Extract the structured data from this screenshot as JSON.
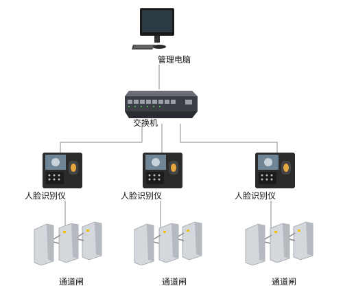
{
  "nodes": {
    "computer": {
      "label": "管理电脑",
      "icon": "computer-icon"
    },
    "switch": {
      "label": "交换机",
      "icon": "switch-icon"
    },
    "readers": [
      {
        "label": "人脸识别仪",
        "icon": "face-reader-icon"
      },
      {
        "label": "人脸识别仪",
        "icon": "face-reader-icon"
      },
      {
        "label": "人脸识别仪",
        "icon": "face-reader-icon"
      }
    ],
    "gates": [
      {
        "label": "通道闸",
        "icon": "turnstile-gate-icon"
      },
      {
        "label": "通道闸",
        "icon": "turnstile-gate-icon"
      },
      {
        "label": "通道闸",
        "icon": "turnstile-gate-icon"
      }
    ]
  },
  "colors": {
    "wire": "#888888",
    "device_dark": "#2b2b2b",
    "metal": "#c9ccd0"
  }
}
